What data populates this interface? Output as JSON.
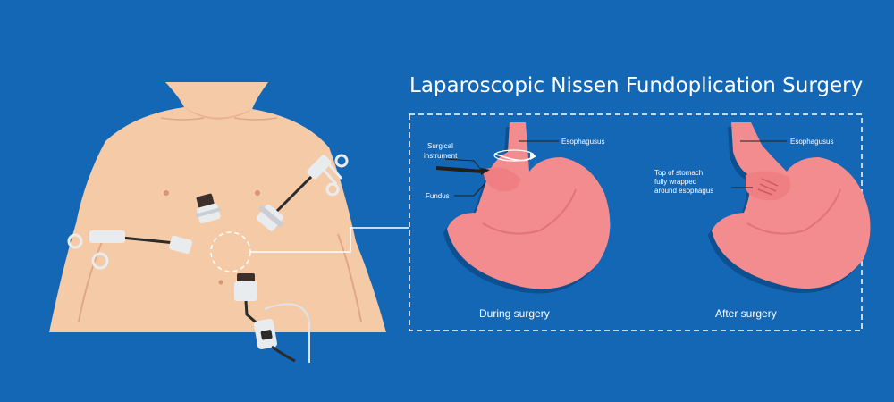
{
  "title": "Laparoscopic Nissen Fundoplication Surgery",
  "panels": {
    "during": {
      "caption": "During surgery",
      "labels": {
        "esophagus": "Esophagusus",
        "instrument_line1": "Surgical",
        "instrument_line2": "instrument",
        "fundus": "Fundus"
      }
    },
    "after": {
      "caption": "After surgery",
      "labels": {
        "esophagus": "Esophagusus",
        "wrap_line1": "Top of stomach",
        "wrap_line2": "fully wrapped",
        "wrap_line3": "around esophagus"
      }
    }
  },
  "colors": {
    "background": "#1467b5",
    "skin": "#f5cba7",
    "skin_shadow": "#e9b48f",
    "stomach": "#f28c8f",
    "stomach_shadow": "#0e4f90",
    "instrument": "#e9ecef",
    "trocar_dark": "#3d2f2a"
  }
}
